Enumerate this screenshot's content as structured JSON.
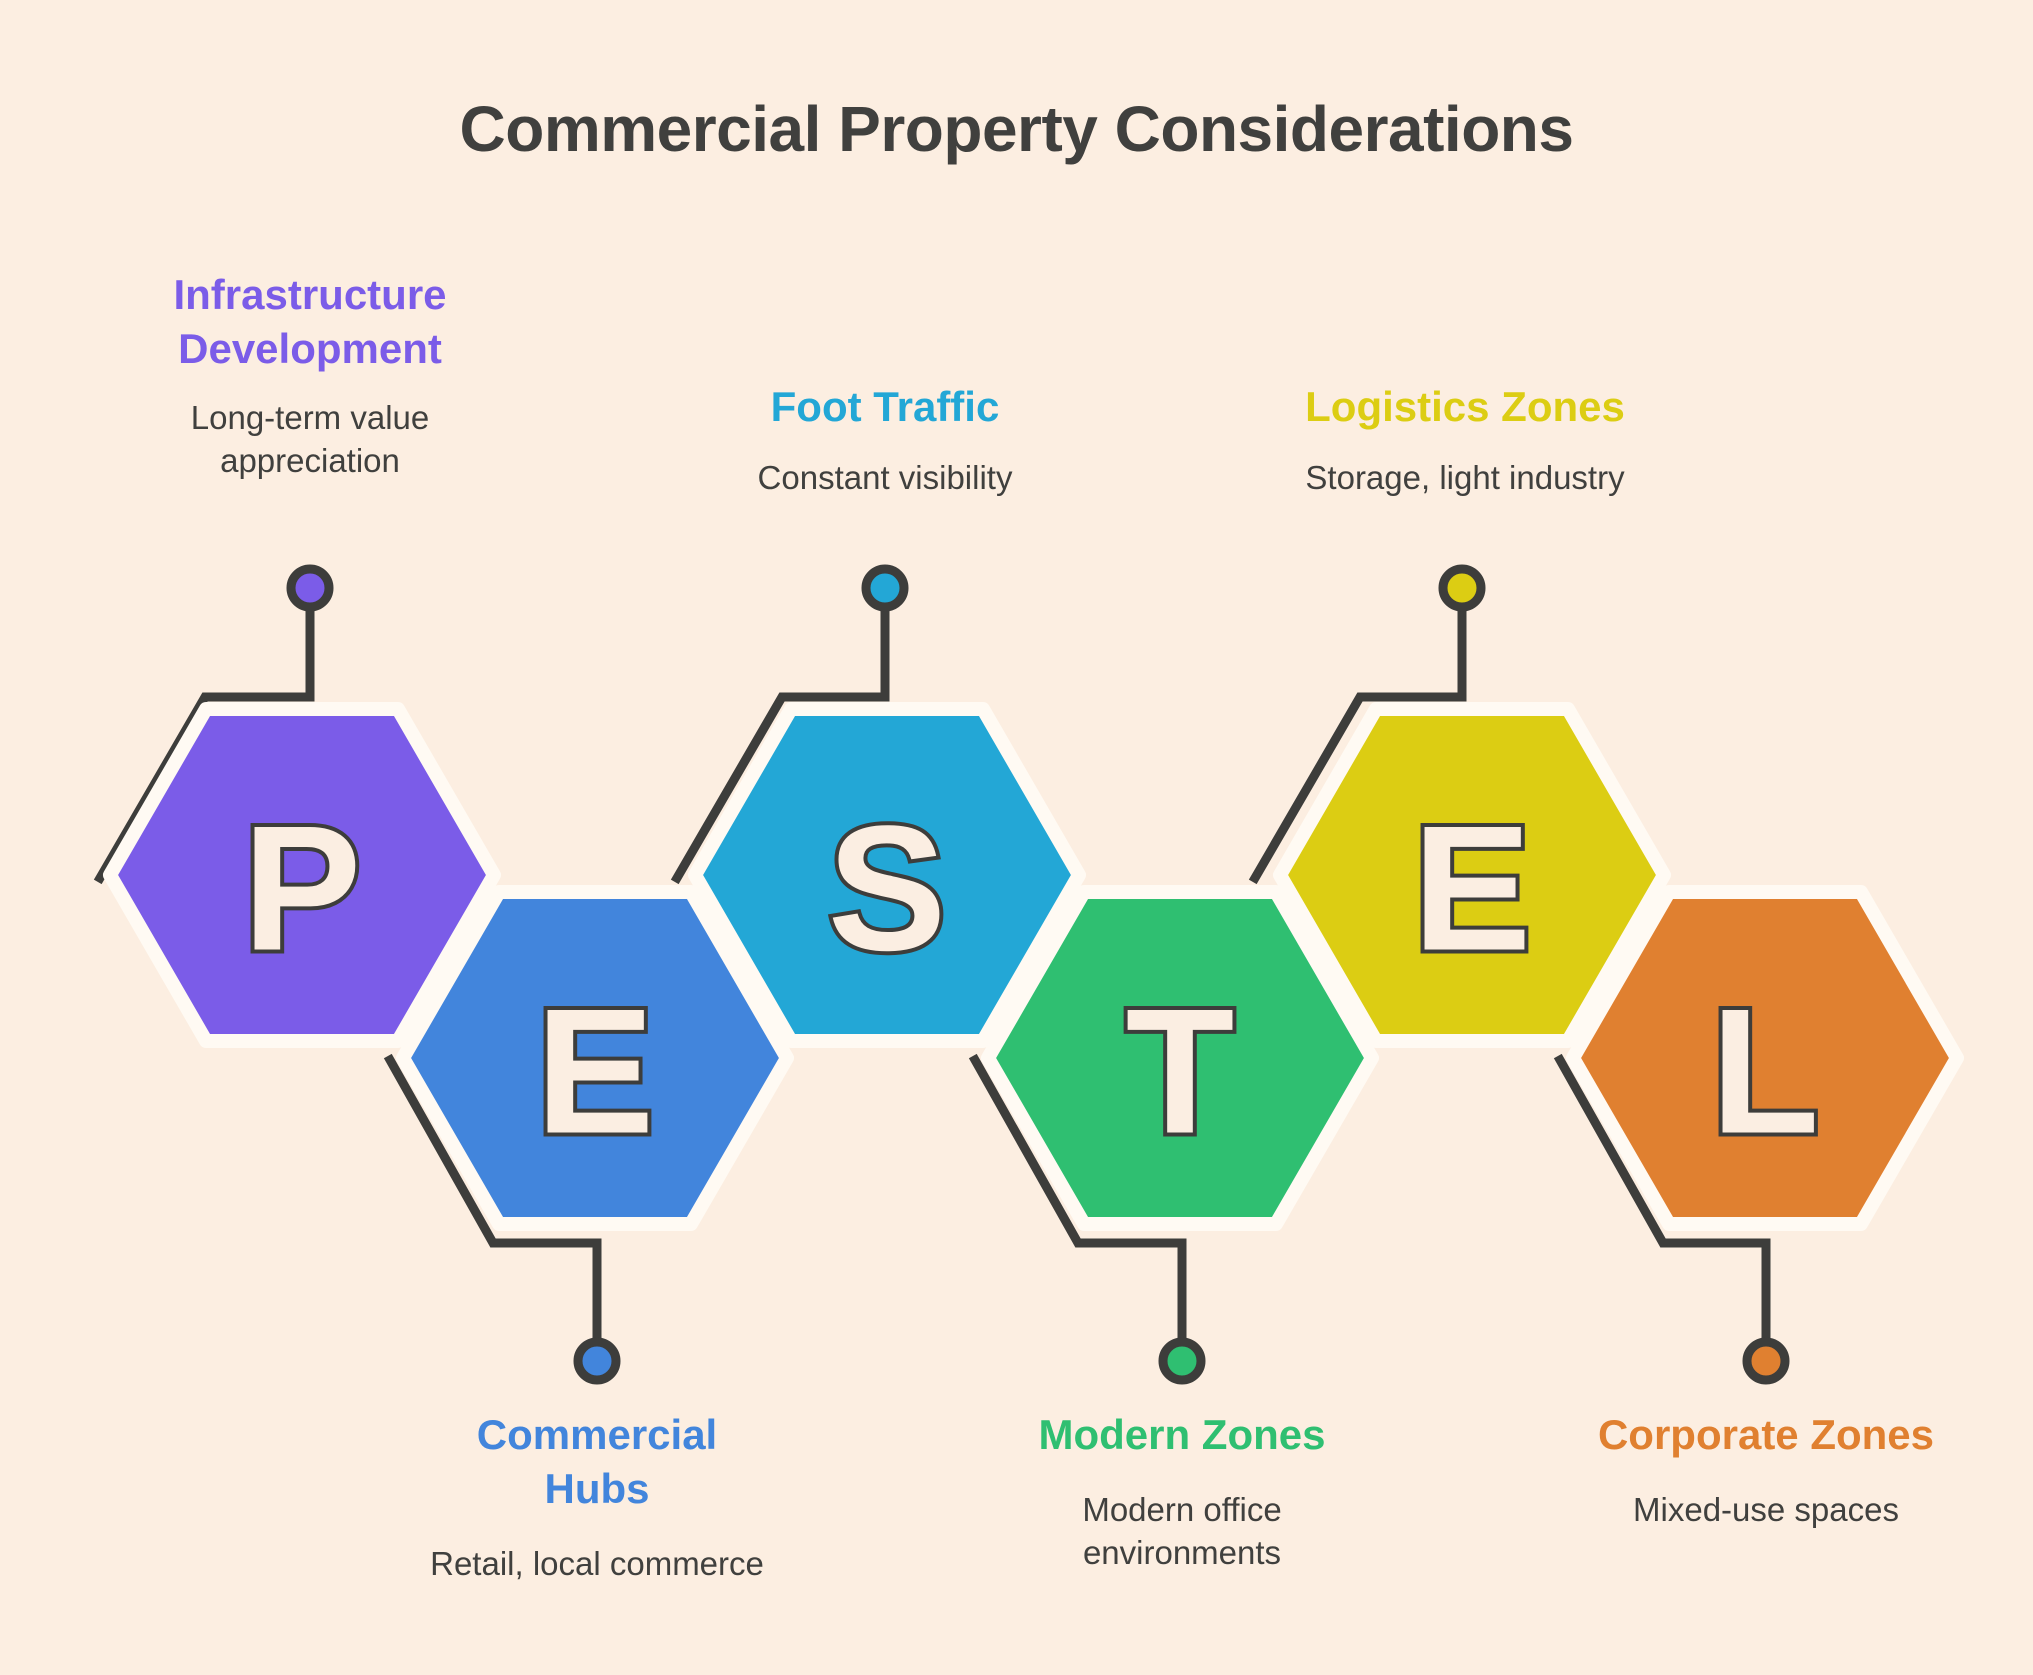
{
  "page": {
    "title": "Commercial Property Considerations",
    "background_color": "#FCEEE1",
    "text_color": "#40403E",
    "connector_color": "#3D3D3B",
    "hex_outline_color": "#FFFAF3",
    "letter_fill_color": "#FBEEE2"
  },
  "chart_data": {
    "type": "diagram",
    "framework": "PESTEL",
    "title": "Commercial Property Considerations",
    "items": [
      {
        "letter": "P",
        "heading": "Infrastructure Development",
        "description": "Long-term value appreciation",
        "color": "#7B5CE8",
        "position": "top"
      },
      {
        "letter": "E",
        "heading": "Commercial Hubs",
        "description": "Retail, local commerce",
        "color": "#4285DC",
        "position": "bottom"
      },
      {
        "letter": "S",
        "heading": "Foot Traffic",
        "description": "Constant visibility",
        "color": "#23A7D6",
        "position": "top"
      },
      {
        "letter": "T",
        "heading": "Modern Zones",
        "description": "Modern office environments",
        "color": "#2FBF71",
        "position": "bottom"
      },
      {
        "letter": "E",
        "heading": "Logistics Zones",
        "description": "Storage, light industry",
        "color": "#DCCD13",
        "position": "top"
      },
      {
        "letter": "L",
        "heading": "Corporate Zones",
        "description": "Mixed-use spaces",
        "color": "#E08030",
        "position": "bottom"
      }
    ]
  },
  "labels": {
    "p": {
      "head_line1": "Infrastructure",
      "head_line2": "Development",
      "sub_line1": "Long-term value",
      "sub_line2": "appreciation"
    },
    "e1": {
      "head_line1": "Commercial",
      "head_line2": "Hubs",
      "sub_line1": "Retail, local commerce",
      "sub_line2": ""
    },
    "s": {
      "head_line1": "Foot Traffic",
      "head_line2": "",
      "sub_line1": "Constant visibility",
      "sub_line2": ""
    },
    "t": {
      "head_line1": "Modern Zones",
      "head_line2": "",
      "sub_line1": "Modern office",
      "sub_line2": "environments"
    },
    "e2": {
      "head_line1": "Logistics Zones",
      "head_line2": "",
      "sub_line1": "Storage, light industry",
      "sub_line2": ""
    },
    "l": {
      "head_line1": "Corporate Zones",
      "head_line2": "",
      "sub_line1": "Mixed-use spaces",
      "sub_line2": ""
    }
  },
  "letters": {
    "p": "P",
    "e1": "E",
    "s": "S",
    "t": "T",
    "e2": "E",
    "l": "L"
  }
}
